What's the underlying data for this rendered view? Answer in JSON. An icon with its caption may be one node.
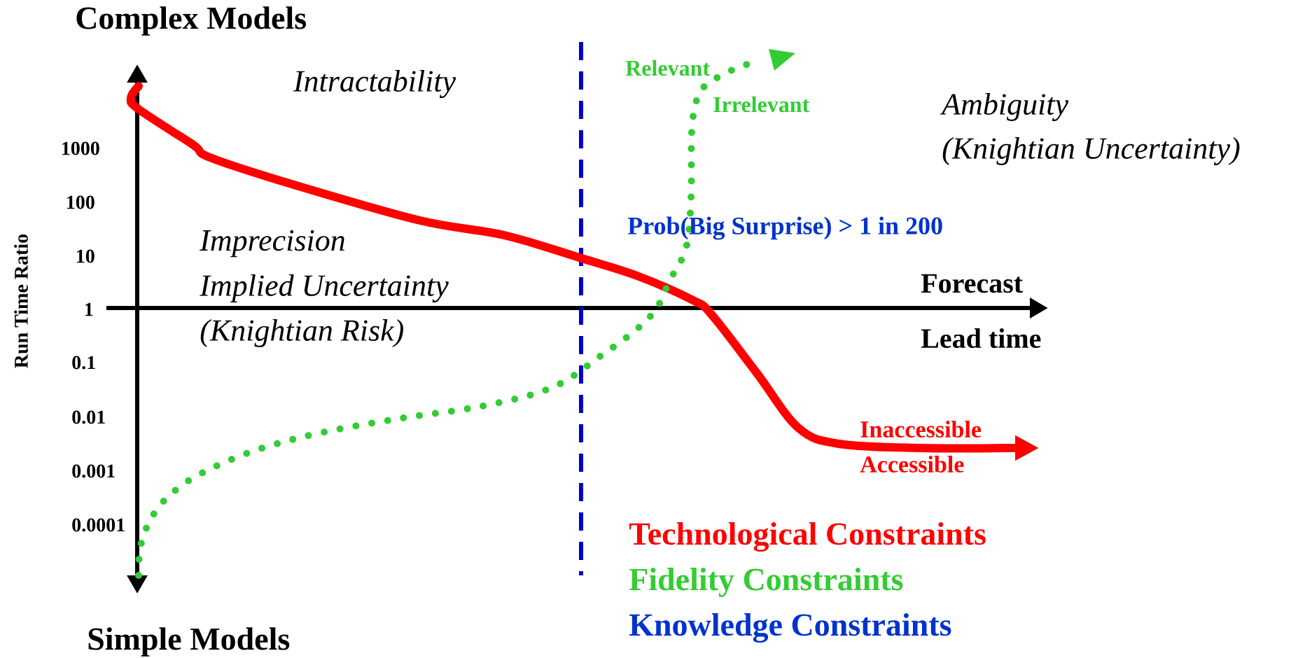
{
  "diagram": {
    "labels": [
      "Complex Models",
      "Intractability",
      "Relevant",
      "Irrelevant",
      "Ambiguity",
      "(Knightian Uncertainty)",
      "1000",
      "100",
      "Prob(Big Surprise) > 1 in 200",
      "Imprecision",
      "10",
      "Implied Uncertainty",
      "Forecast",
      "1",
      "(Knightian Risk)",
      "Run Time Ratio",
      "Lead time",
      "0.1",
      "0.01",
      "Inaccessible",
      "Accessible",
      "0.001",
      "0.0001",
      "Technological Constraints",
      "Fidelity Constraints",
      "Knowledge Constraints",
      "Simple Models"
    ]
  }
}
